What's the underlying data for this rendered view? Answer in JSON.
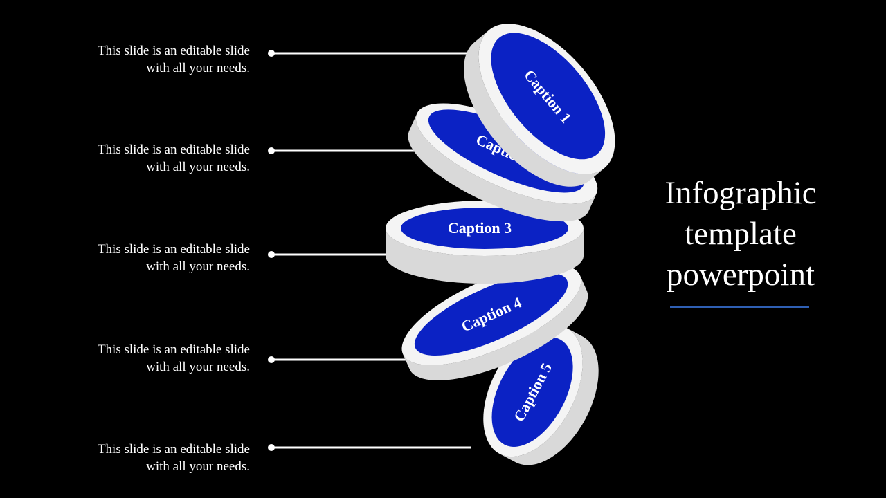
{
  "title": {
    "line1": "Infographic",
    "line2": "template",
    "line3": "powerpoint"
  },
  "items": [
    {
      "caption": "Caption 1",
      "line1": "This slide is an editable slide",
      "line2": "with all your needs."
    },
    {
      "caption": "Caption 2",
      "line1": "This slide is an editable slide",
      "line2": "with all your needs."
    },
    {
      "caption": "Caption 3",
      "line1": "This slide is an editable slide",
      "line2": "with all your needs."
    },
    {
      "caption": "Caption 4",
      "line1": "This slide is an editable slide",
      "line2": "with all your needs."
    },
    {
      "caption": "Caption 5",
      "line1": "This slide is an editable slide",
      "line2": "with all your needs."
    }
  ],
  "colors": {
    "background": "#000000",
    "disc_face": "#0b22c4",
    "disc_body": "#ececec",
    "connector": "#ffffff",
    "accent": "#2f5fb3"
  }
}
